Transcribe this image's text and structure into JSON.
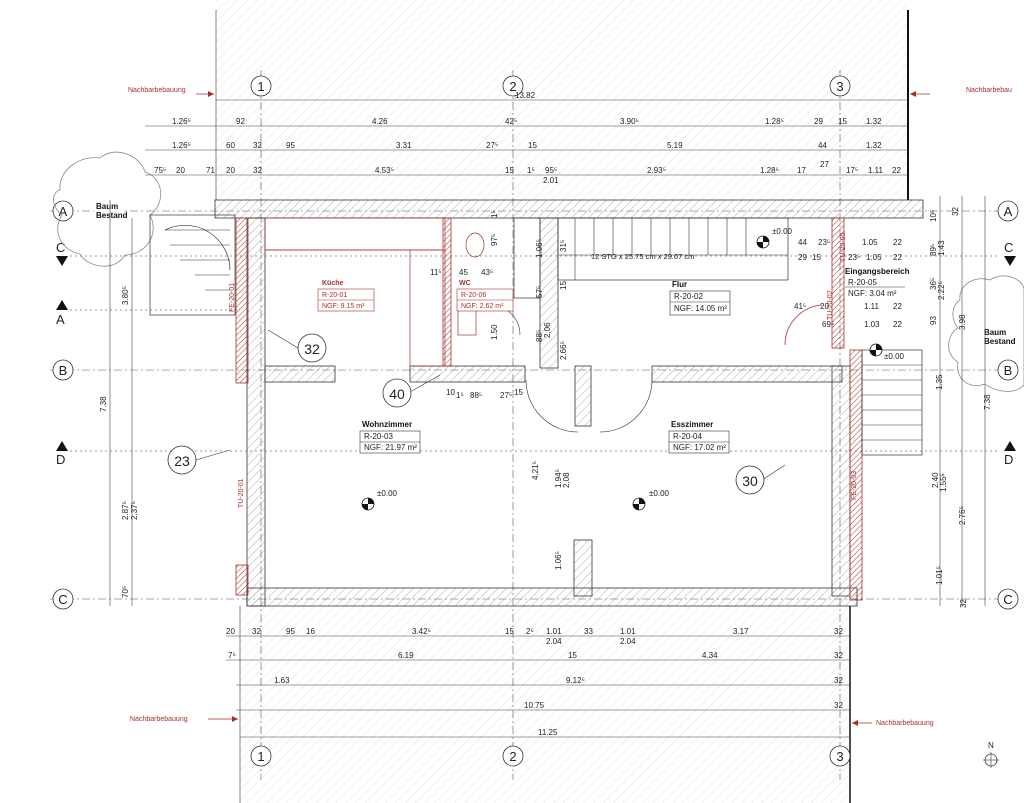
{
  "neighbor_label": "Nachbarbebauung",
  "neighbor_label_cut": "Nachbarbebau",
  "grid_columns": [
    "1",
    "2",
    "3"
  ],
  "grid_rows": [
    "A",
    "B",
    "C"
  ],
  "section_marks": [
    "C",
    "A",
    "D"
  ],
  "tree_label": [
    "Baum",
    "Bestand"
  ],
  "overall_top": "13.82",
  "top_dims_1": [
    "1.26⁵",
    "92",
    "4.26",
    "42⁵",
    "3.90⁵",
    "1.28⁵",
    "29",
    "15",
    "1.32"
  ],
  "top_dims_2": [
    "1.26⁵",
    "60",
    "32",
    "95",
    "3.31",
    "27⁵",
    "15",
    "5.19",
    "44",
    "1.32"
  ],
  "top_dims_3": [
    "75⁵",
    "20",
    "71",
    "20",
    "32",
    "4.53⁵",
    "15",
    "1⁵",
    "95⁵",
    "2.01",
    "2.93⁵",
    "1.28⁵",
    "17",
    "27",
    "17⁵",
    "1.11",
    "22"
  ],
  "bottom_dims_1": [
    "20",
    "32",
    "95",
    "16",
    "3.42⁵",
    "15",
    "2⁵",
    "1.01",
    "2.04",
    "33",
    "1.01",
    "2.04",
    "3.17",
    "32"
  ],
  "bottom_dims_2": [
    "7⁵",
    "6.19",
    "15",
    "4.34",
    "32"
  ],
  "bottom_dims_3": [
    "1.63",
    "9.12⁵",
    "32"
  ],
  "bottom_dims_4": [
    "10.75",
    "32"
  ],
  "overall_bottom": "11.25",
  "left_dims": [
    "3.80⁵",
    "7.38",
    "2.87⁵",
    "2.37⁵",
    "70⁵"
  ],
  "right_dims": [
    "10⁵",
    "32",
    "89⁵",
    "1.43",
    "36⁵",
    "2.22⁵",
    "93",
    "3.98",
    "1.35",
    "7.38",
    "2.40",
    "1.55⁵",
    "2.76⁵",
    "1.01⁵",
    "32"
  ],
  "rooms": [
    {
      "name": "Küche",
      "id": "R-20-01",
      "ngf": "NGF: 9.15 m²",
      "color": "red"
    },
    {
      "name": "WC",
      "id": "R-20-06",
      "ngf": "NGF: 2.62 m²",
      "color": "red"
    },
    {
      "name": "Flur",
      "id": "R-20-02",
      "ngf": "NGF: 14.05 m²",
      "color": "black"
    },
    {
      "name": "Eingangsbereich",
      "id": "R-20-05",
      "ngf": "NGF:   3.04 m²",
      "color": "black"
    },
    {
      "name": "Wohnzimmer",
      "id": "R-20-03",
      "ngf": "NGF: 21.97 m²",
      "color": "black"
    },
    {
      "name": "Esszimmer",
      "id": "R-20-04",
      "ngf": "NGF: 17.02 m²",
      "color": "black"
    }
  ],
  "stair_label": "12 STG x 25.75 cm x 29.07 cm",
  "level_labels": [
    "±0.00",
    "±0.00",
    "±0.00",
    "±0.00"
  ],
  "callouts": [
    "32",
    "40",
    "23",
    "30"
  ],
  "window_tags": [
    "FE-20-01",
    "TU-20-01",
    "FE-20-03",
    "TU-20-02",
    "TU-20-05"
  ],
  "inner_dims": [
    "11⁵",
    "45",
    "43⁵",
    "1⁵",
    "97⁵",
    "1.06⁵",
    "31⁵",
    "57⁵",
    "15",
    "1.50",
    "88⁵",
    "2.06",
    "2.66⁵",
    "10",
    "1⁵",
    "88⁵",
    "27⁵",
    "15",
    "4.21⁵",
    "1.94⁵",
    "2.08",
    "1.06⁵",
    "44",
    "23⁵",
    "1.05",
    "22",
    "29",
    "15",
    "23⁵",
    "1.05",
    "22",
    "41⁵",
    "20",
    "1.11",
    "22",
    "69⁵",
    "1.03",
    "22"
  ],
  "north": "N",
  "colors": {
    "wall": "#333333",
    "accent": "#a8302a",
    "hatch": "#bfbfbf"
  }
}
